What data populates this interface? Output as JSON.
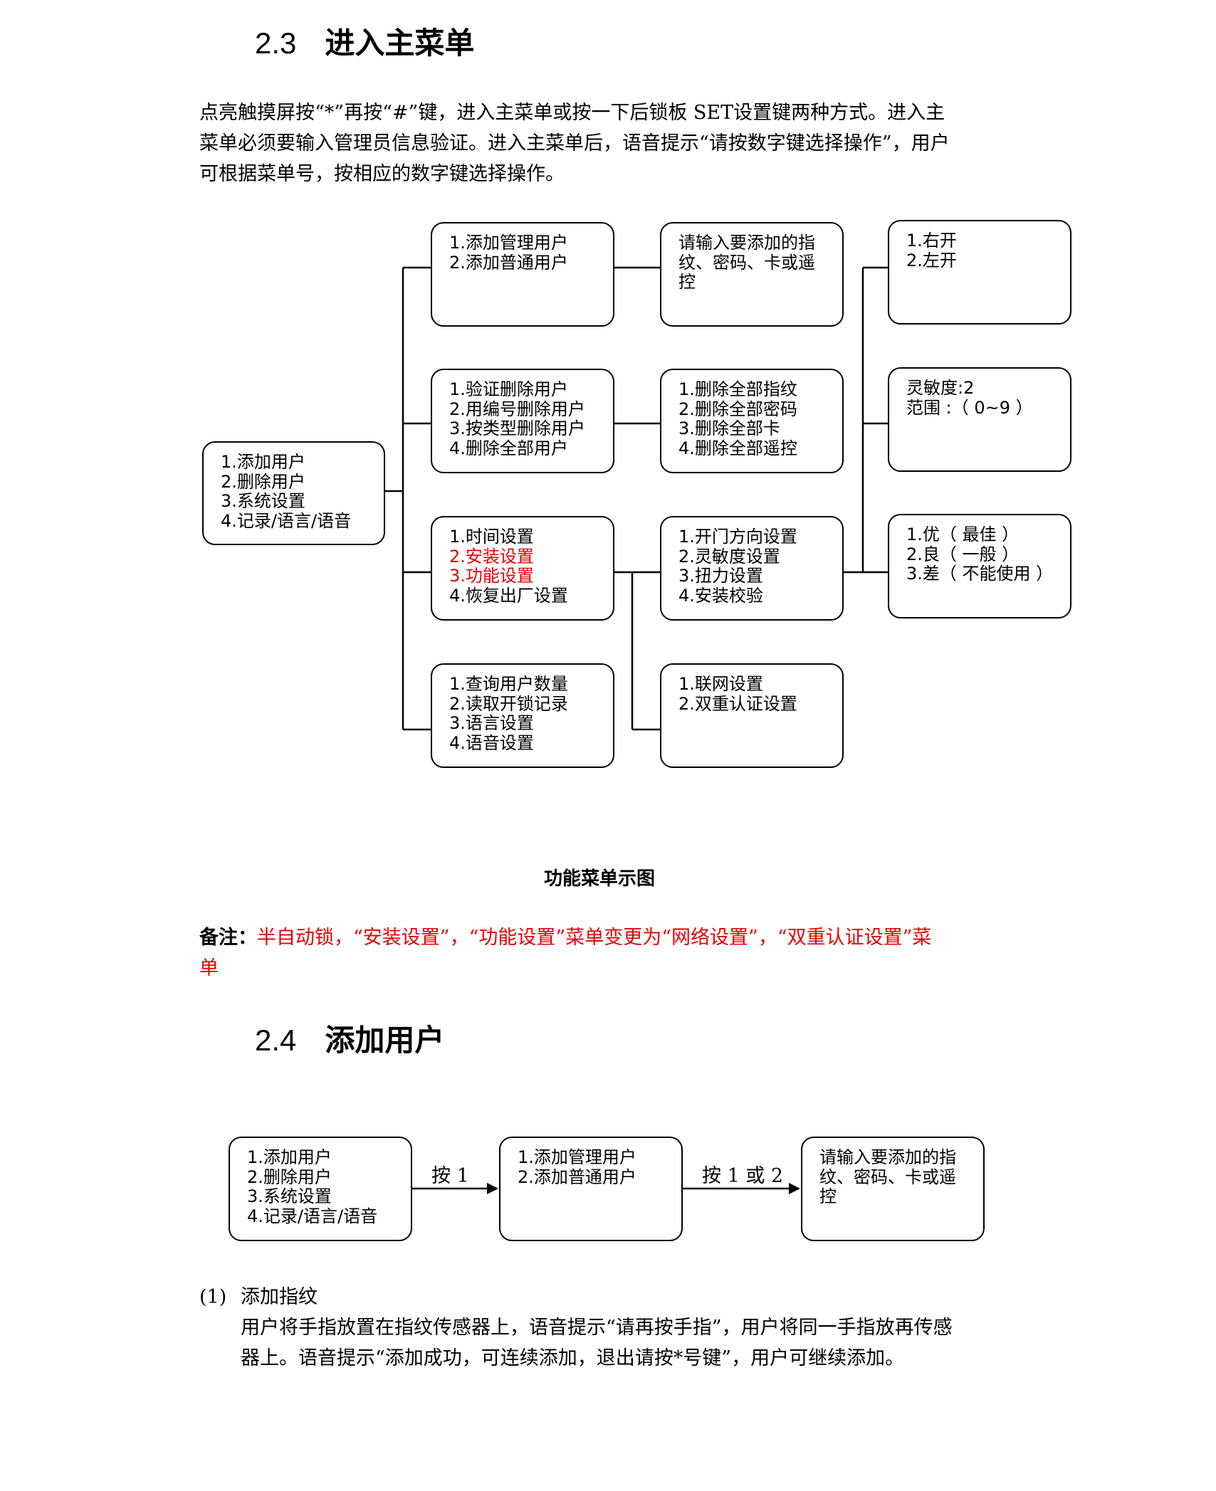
{
  "section_2_3": {
    "number": "2.3",
    "title": "进入主菜单",
    "paragraph_lines": [
      "点亮触摸屏按“*”再按“#”键，进入主菜单或按一下后锁板 SET设置键两种方式。进入主",
      "菜单必须要输入管理员信息验证。进入主菜单后，语音提示“请按数字键选择操作”，用户",
      "可根据菜单号，按相应的数字键选择操作。"
    ]
  },
  "menu_diagram": {
    "main_menu": [
      "1.添加用户",
      "2.删除用户",
      "3.系统设置",
      "4.记录/语言/语音"
    ],
    "add_user_menu": [
      "1.添加管理用户",
      "2.添加普通用户"
    ],
    "add_prompt": [
      "请输入要添加的指",
      "纹、密码、卡或遥",
      "控"
    ],
    "delete_menu": [
      "1.验证删除用户",
      "2.用编号删除用户",
      "3.按类型删除用户",
      "4.删除全部用户"
    ],
    "delete_all_menu": [
      "1.删除全部指纹",
      "2.删除全部密码",
      "3.删除全部卡",
      "4.删除全部遥控"
    ],
    "system_menu": [
      "1.时间设置",
      "2.安装设置",
      "3.功能设置",
      "4.恢复出厂设置"
    ],
    "install_menu": [
      "1.开门方向设置",
      "2.灵敏度设置",
      "3.扭力设置",
      "4.安装校验"
    ],
    "function_menu": [
      "1.联网设置",
      "2.双重认证设置"
    ],
    "record_menu": [
      "1.查询用户数量",
      "2.读取开锁记录",
      "3.语言设置",
      "4.语音设置"
    ],
    "door_direction": [
      "1.右开",
      "2.左开"
    ],
    "sensitivity": [
      "灵敏度:2",
      "范围 :（ 0~9 ）"
    ],
    "torque": [
      "1.优（ 最佳 ）",
      "2.良（ 一般 ）",
      "3.差（ 不能使用 ）"
    ],
    "highlight_color": "#e60000"
  },
  "figure_caption": "功能菜单示图",
  "note": {
    "label": "备注：",
    "line1": "半自动锁，“安装设置”，“功能设置”菜单变更为“网络设置”，“双重认证设置”菜",
    "line2": "单"
  },
  "section_2_4": {
    "number": "2.4",
    "title": "添加用户"
  },
  "flow": {
    "box1": [
      "1.添加用户",
      "2.删除用户",
      "3.系统设置",
      "4.记录/语言/语音"
    ],
    "arrow1": "按 1",
    "box2": [
      "1.添加管理用户",
      "2.添加普通用户"
    ],
    "arrow2": "按 1 或 2",
    "box3": [
      "请输入要添加的指",
      "纹、密码、卡或遥",
      "控"
    ]
  },
  "item1": {
    "marker": "(1)",
    "title": "添加指纹",
    "lines": [
      "用户将手指放置在指纹传感器上，语音提示“请再按手指”，用户将同一手指放再传感",
      "器上。语音提示“添加成功，可连续添加，退出请按*号键”，用户可继续添加。"
    ]
  }
}
